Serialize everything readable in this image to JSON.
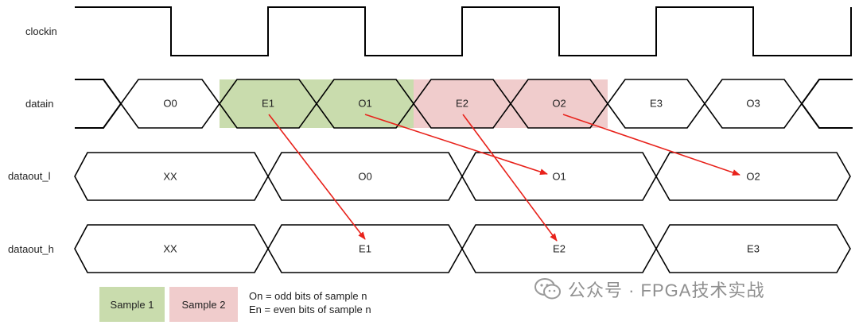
{
  "signals": {
    "clockin": "clockin",
    "datain": "datain",
    "dataout_l": "dataout_l",
    "dataout_h": "dataout_h"
  },
  "datain_values": [
    "O0",
    "E1",
    "O1",
    "E2",
    "O2",
    "E3",
    "O3"
  ],
  "dataout_l_values": [
    "XX",
    "O0",
    "O1",
    "O2"
  ],
  "dataout_h_values": [
    "XX",
    "E1",
    "E2",
    "E3"
  ],
  "legend": {
    "sample1": "Sample 1",
    "sample2": "Sample 2",
    "sample1_color": "#c9dcad",
    "sample2_color": "#f0cccc",
    "note_odd": "On = odd bits of sample n",
    "note_even": "En = even bits of sample n"
  },
  "arrow_color": "#e8221b",
  "watermark": "公众号 · FPGA技术实战"
}
